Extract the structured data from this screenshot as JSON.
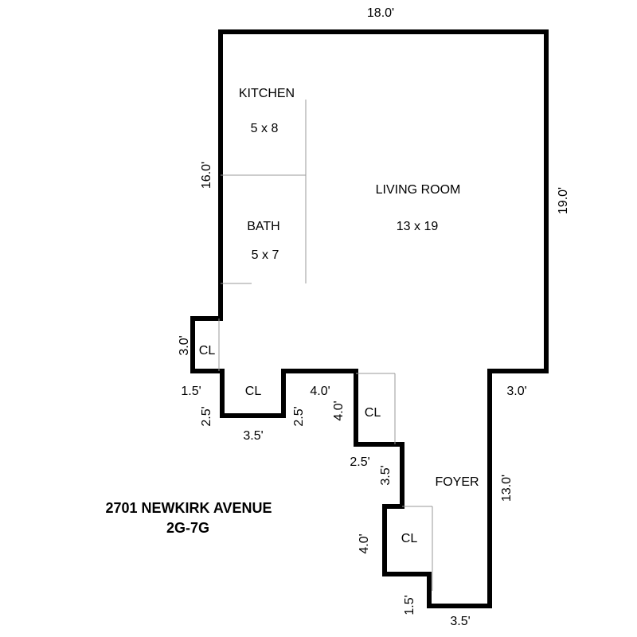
{
  "rooms": {
    "kitchen": {
      "name": "KITCHEN",
      "size": "5 x 8"
    },
    "bath": {
      "name": "BATH",
      "size": "5 x 7"
    },
    "living": {
      "name": "LIVING ROOM",
      "size": "13 x 19"
    },
    "foyer": {
      "name": "FOYER"
    },
    "closets": [
      "CL",
      "CL",
      "CL",
      "CL"
    ]
  },
  "dimensions": {
    "top": "18.0'",
    "left": "16.0'",
    "right": "19.0'",
    "cl_left_height": "3.0'",
    "step_1_5_a": "1.5'",
    "cl_bottom_left_depth": "2.5'",
    "cl_bottom_width": "3.5'",
    "cl_bottom_right_depth": "2.5'",
    "step_4_0_horizontal": "4.0'",
    "step_4_0_vertical": "4.0'",
    "step_2_5": "2.5'",
    "step_3_5_vertical": "3.5'",
    "foyer_top": "3.0'",
    "foyer_right": "13.0'",
    "cl_lower_height": "4.0'",
    "step_1_5_b": "1.5'",
    "bottom": "3.5'"
  },
  "address": {
    "line1": "2701 NEWKIRK AVENUE",
    "line2": "2G-7G"
  }
}
